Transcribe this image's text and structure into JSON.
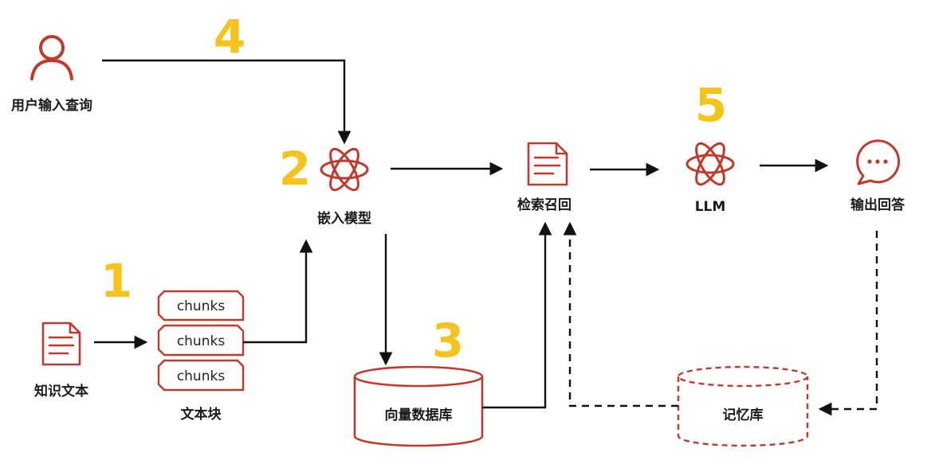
{
  "nodes": {
    "user_query": {
      "label": "用户输入查询",
      "icon": "user-icon"
    },
    "knowledge_text": {
      "label": "知识文本",
      "icon": "document-icon"
    },
    "text_chunks": {
      "label": "文本块",
      "chunks": [
        "chunks",
        "chunks",
        "chunks"
      ]
    },
    "embedding_model": {
      "label": "嵌入模型",
      "icon": "atom-icon"
    },
    "vector_db": {
      "label": "向量数据库",
      "icon": "database-icon"
    },
    "retrieval": {
      "label": "检索召回",
      "icon": "document-icon"
    },
    "llm": {
      "label": "LLM",
      "icon": "atom-icon"
    },
    "output_answer": {
      "label": "输出回答",
      "icon": "chat-bubble-icon"
    },
    "memory_store": {
      "label": "记忆库",
      "icon": "database-dashed-icon"
    }
  },
  "steps": [
    "1",
    "2",
    "3",
    "4",
    "5"
  ],
  "colors": {
    "accent": "#c0392b",
    "step_number": "#f6c31d",
    "line": "#111111"
  }
}
